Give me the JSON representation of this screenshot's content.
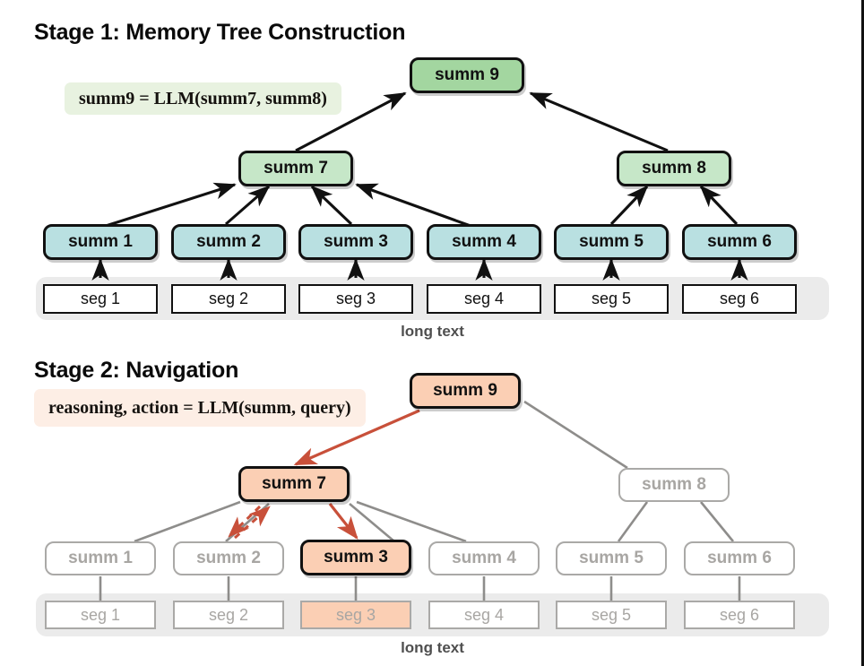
{
  "figure": {
    "colors": {
      "green_dark": "#a3d6a0",
      "green_light": "#c6e7c8",
      "cyan": "#b9e0e1",
      "peach": "#fbcfb4",
      "band_gray": "#ebebeb",
      "inactive_gray": "#a8a6a3",
      "arrow_black": "#111111",
      "arrow_red": "#c8503a",
      "edge_gray": "#8e8d8b",
      "formula_bg_green": "#e8f2e0",
      "formula_bg_peach": "#fdeee5"
    }
  },
  "stage1": {
    "title": "Stage 1: Memory Tree Construction",
    "formula": "summ9 = LLM(summ7, summ8)",
    "band_label": "long text",
    "root": {
      "label": "summ 9"
    },
    "mid": [
      {
        "label": "summ 7"
      },
      {
        "label": "summ 8"
      }
    ],
    "leaves": [
      {
        "label": "summ 1"
      },
      {
        "label": "summ 2"
      },
      {
        "label": "summ 3"
      },
      {
        "label": "summ 4"
      },
      {
        "label": "summ 5"
      },
      {
        "label": "summ 6"
      }
    ],
    "segments": [
      {
        "label": "seg 1"
      },
      {
        "label": "seg 2"
      },
      {
        "label": "seg 3"
      },
      {
        "label": "seg 4"
      },
      {
        "label": "seg 5"
      },
      {
        "label": "seg 6"
      }
    ]
  },
  "stage2": {
    "title": "Stage 2: Navigation",
    "formula": "reasoning, action = LLM(summ, query)",
    "band_label": "long text",
    "root": {
      "label": "summ 9",
      "state": "active"
    },
    "mid": [
      {
        "label": "summ 7",
        "state": "active"
      },
      {
        "label": "summ 8",
        "state": "inactive"
      }
    ],
    "leaves": [
      {
        "label": "summ 1",
        "state": "inactive"
      },
      {
        "label": "summ 2",
        "state": "inactive"
      },
      {
        "label": "summ 3",
        "state": "active"
      },
      {
        "label": "summ 4",
        "state": "inactive"
      },
      {
        "label": "summ 5",
        "state": "inactive"
      },
      {
        "label": "summ 6",
        "state": "inactive"
      }
    ],
    "segments": [
      {
        "label": "seg 1",
        "state": "inactive"
      },
      {
        "label": "seg 2",
        "state": "inactive"
      },
      {
        "label": "seg 3",
        "state": "active"
      },
      {
        "label": "seg 4",
        "state": "inactive"
      },
      {
        "label": "seg 5",
        "state": "inactive"
      },
      {
        "label": "seg 6",
        "state": "inactive"
      }
    ]
  }
}
